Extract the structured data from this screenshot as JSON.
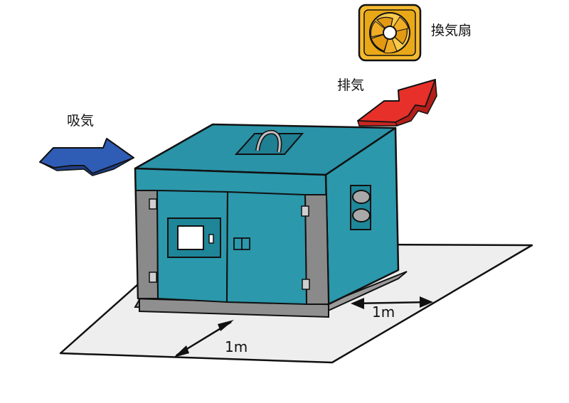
{
  "labels": {
    "fan": "換気扇",
    "exhaust": "排気",
    "intake": "吸気",
    "clearance_front": "1m",
    "clearance_side": "1m"
  },
  "colors": {
    "enclosure": "#2b98ac",
    "frame": "#8a8a8a",
    "floor": "#eeeeee",
    "intake_arrow": "#2f5db5",
    "exhaust_arrow": "#e8302a",
    "fan_body": "#f4b92f"
  }
}
